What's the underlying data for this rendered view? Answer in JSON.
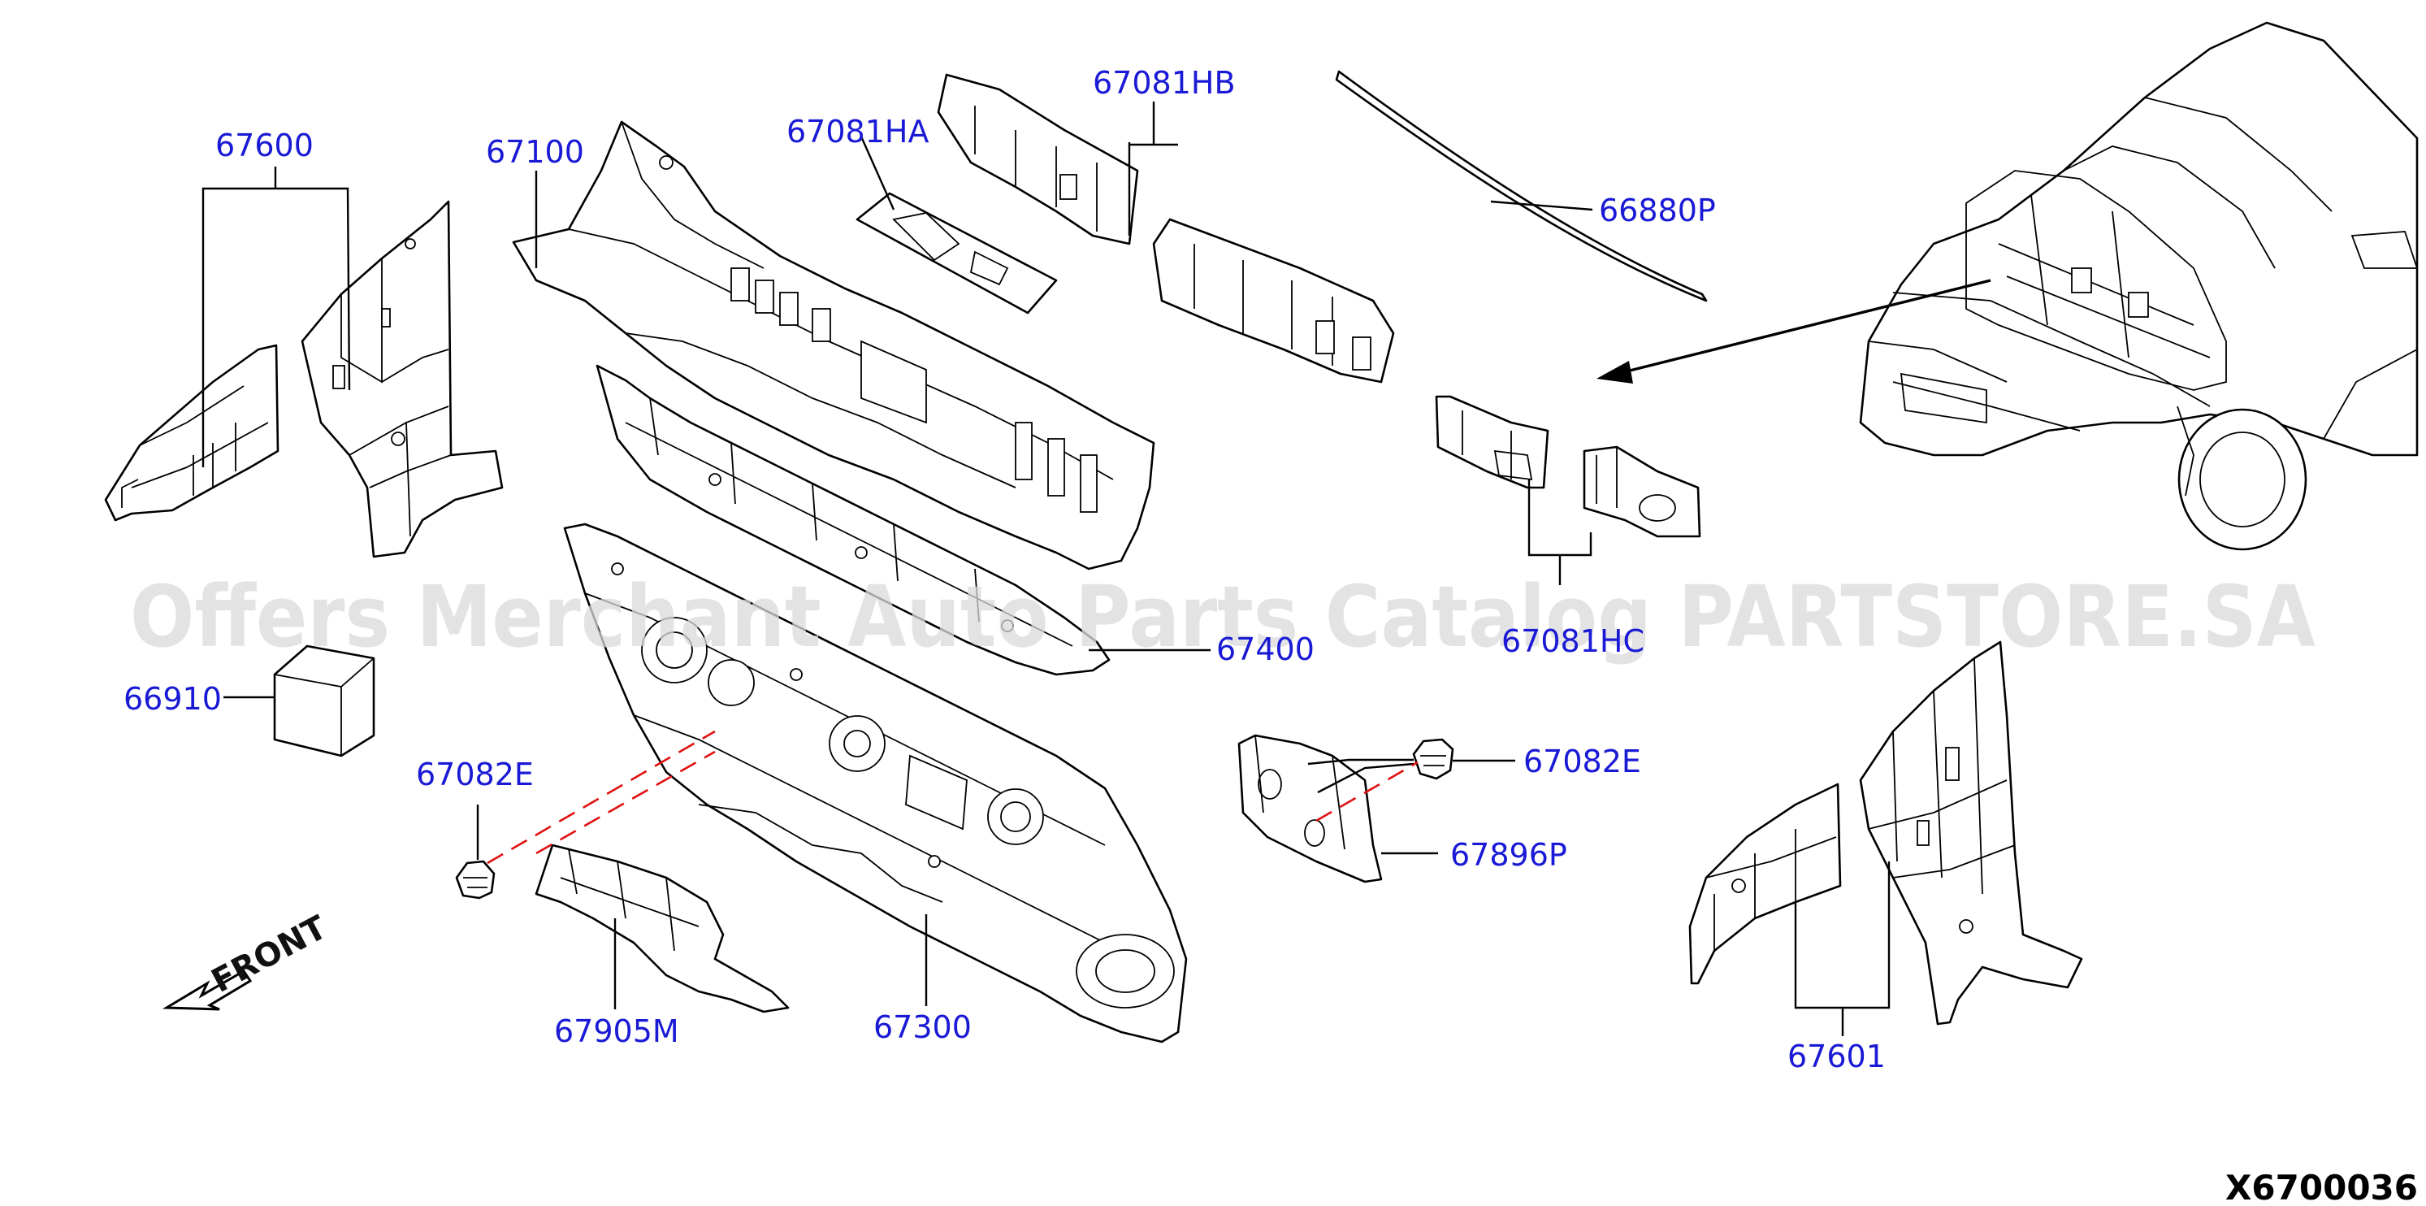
{
  "part_labels": {
    "p67600": "67600",
    "p67100": "67100",
    "p67081HA": "67081HA",
    "p67081HB": "67081HB",
    "p66880P": "66880P",
    "p67400": "67400",
    "p67081HC": "67081HC",
    "p66910": "66910",
    "p67082E_left": "67082E",
    "p67082E_right": "67082E",
    "p67896P": "67896P",
    "p67905M": "67905M",
    "p67300": "67300",
    "p67601": "67601"
  },
  "front_label": "FRONT",
  "diagram_code": "X6700036",
  "watermark": "Offers Merchant Auto Parts Catalog PARTSTORE.SA",
  "colors": {
    "callout_text": "#1a1ad6",
    "line_art": "#000000",
    "dashed_line": "#e01010",
    "watermark": "#d9d9d9"
  }
}
